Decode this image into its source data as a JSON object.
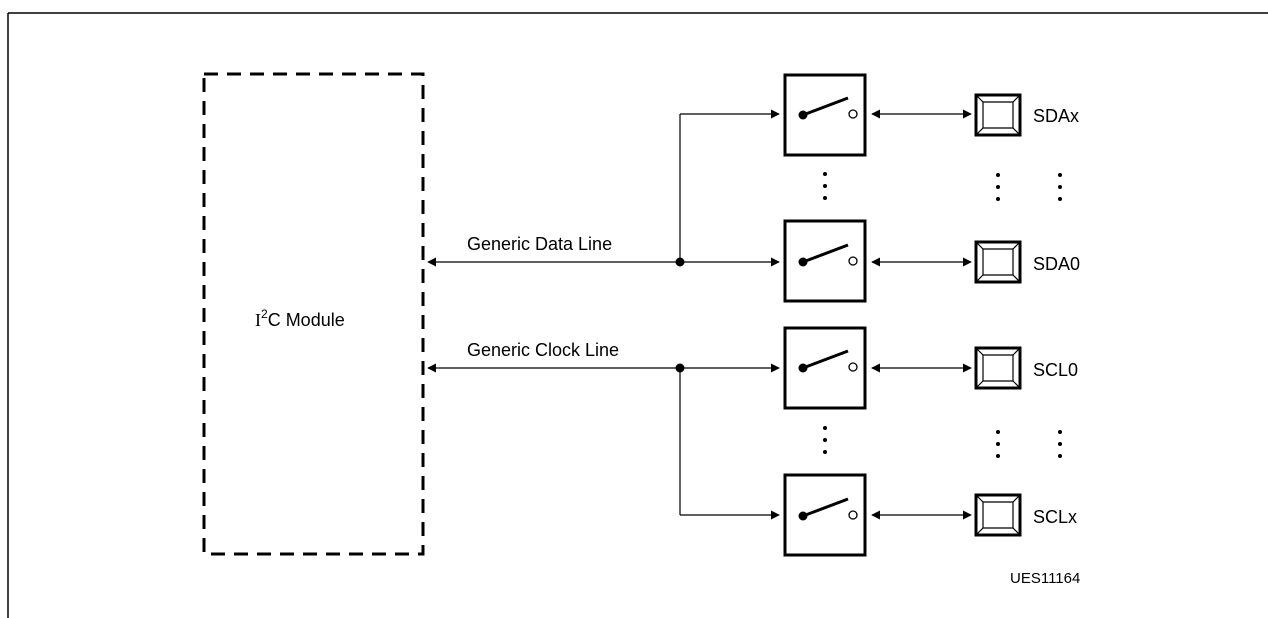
{
  "module": {
    "label_prefix": "I",
    "label_sup": "2",
    "label_suffix": "C Module"
  },
  "lines": {
    "data_label": "Generic Data Line",
    "clock_label": "Generic Clock Line"
  },
  "pins": [
    "SDAx",
    "SDA0",
    "SCL0",
    "SCLx"
  ],
  "figure_id": "UES11164"
}
